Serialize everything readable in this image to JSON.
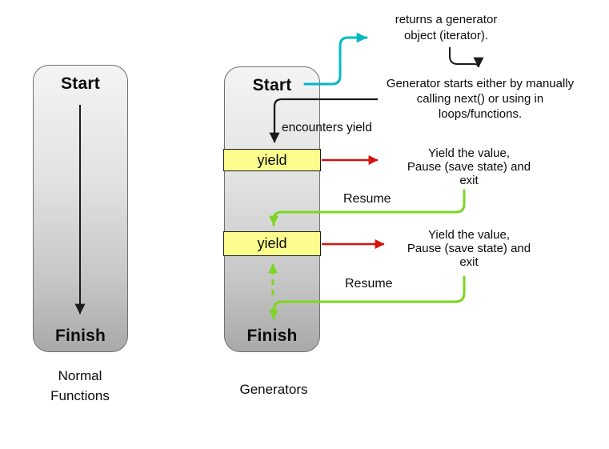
{
  "colors": {
    "cyan": "#00b9c6",
    "red": "#d8120e",
    "green": "#7cd622",
    "black": "#1a1a1a",
    "yield_yellow": "#fbfb8e",
    "box_gradient_top": "#f4f4f4",
    "box_gradient_bottom": "#a9a9a9"
  },
  "normal_function": {
    "start": "Start",
    "finish": "Finish",
    "caption": "Normal\nFunctions"
  },
  "generator": {
    "start": "Start",
    "finish": "Finish",
    "yield_1": "yield",
    "yield_2": "yield",
    "caption": "Generators"
  },
  "annotations": {
    "returns_generator": "returns a generator\nobject (iterator).",
    "generator_starts": "Generator starts either by manually\ncalling next() or using in\nloops/functions.",
    "encounters_yield": "encounters yield",
    "yield_value_1": "Yield  the value,\nPause (save state) and\nexit",
    "resume_1": "Resume",
    "yield_value_2": "Yield  the value,\nPause (save state) and\nexit",
    "resume_2": "Resume"
  }
}
